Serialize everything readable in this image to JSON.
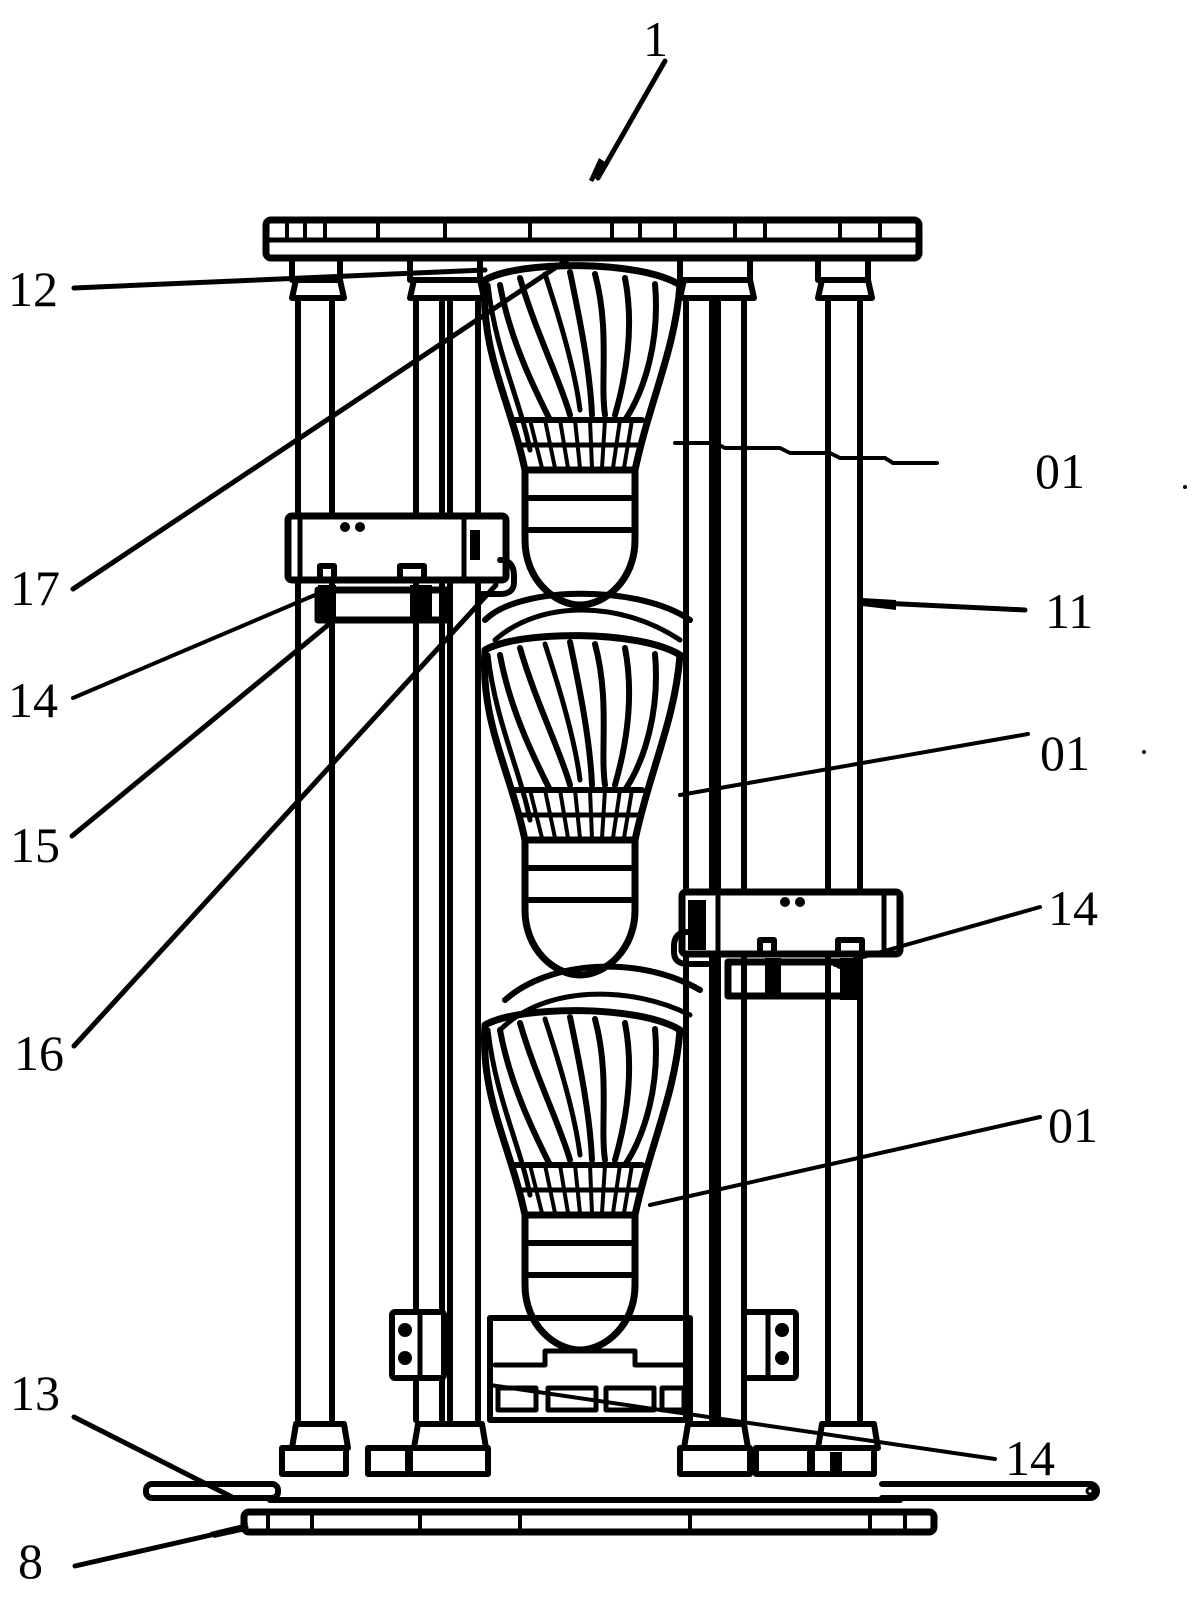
{
  "figure": {
    "type": "patent line drawing",
    "subject": "shuttlecock storage and feeding tower",
    "colors": {
      "ink": "#000000",
      "background": "#ffffff"
    }
  },
  "labels": [
    {
      "id": "label-1",
      "text": "1"
    },
    {
      "id": "label-12",
      "text": "12"
    },
    {
      "id": "label-17",
      "text": "17"
    },
    {
      "id": "label-14a",
      "text": "14"
    },
    {
      "id": "label-15",
      "text": "15"
    },
    {
      "id": "label-16",
      "text": "16"
    },
    {
      "id": "label-13",
      "text": "13"
    },
    {
      "id": "label-8",
      "text": "8"
    },
    {
      "id": "label-01a",
      "text": "01"
    },
    {
      "id": "label-11",
      "text": "11"
    },
    {
      "id": "label-01b",
      "text": "01"
    },
    {
      "id": "label-14b",
      "text": "14"
    },
    {
      "id": "label-01c",
      "text": "01"
    },
    {
      "id": "label-14c",
      "text": "14"
    }
  ],
  "components": {
    "shuttlecock_count": 3,
    "vertical_rod_count": 4,
    "clamp_assemblies": 2
  }
}
